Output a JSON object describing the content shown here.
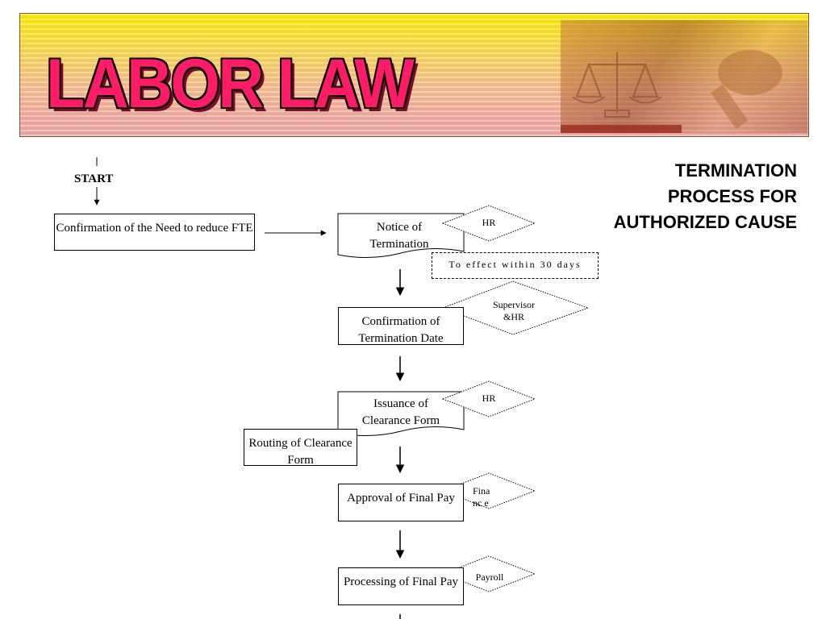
{
  "banner": {
    "title": "LABOR LAW"
  },
  "side_title": {
    "line1": "TERMINATION",
    "line2": "PROCESS FOR",
    "line3": "AUTHORIZED CAUSE"
  },
  "flow": {
    "start": "START",
    "steps": {
      "confirm_need": "Confirmation of the Need to reduce FTE",
      "notice": "Notice of Termination",
      "confirm_date": "Confirmation of Termination Date",
      "issuance": "Issuance of Clearance Form",
      "routing": "Routing of Clearance Form",
      "approval": "Approval of Final Pay",
      "processing": "Processing of Final Pay"
    },
    "responsible": {
      "notice": "HR",
      "confirm_date": "Supervisor &HR",
      "issuance": "HR",
      "approval": "Financ e",
      "processing": "Payroll"
    },
    "note": "To effect within 30 days"
  },
  "colors": {
    "title_pink": "#ff1c66",
    "banner_yellow": "#f5e600",
    "banner_peach": "#e6a2a0"
  }
}
